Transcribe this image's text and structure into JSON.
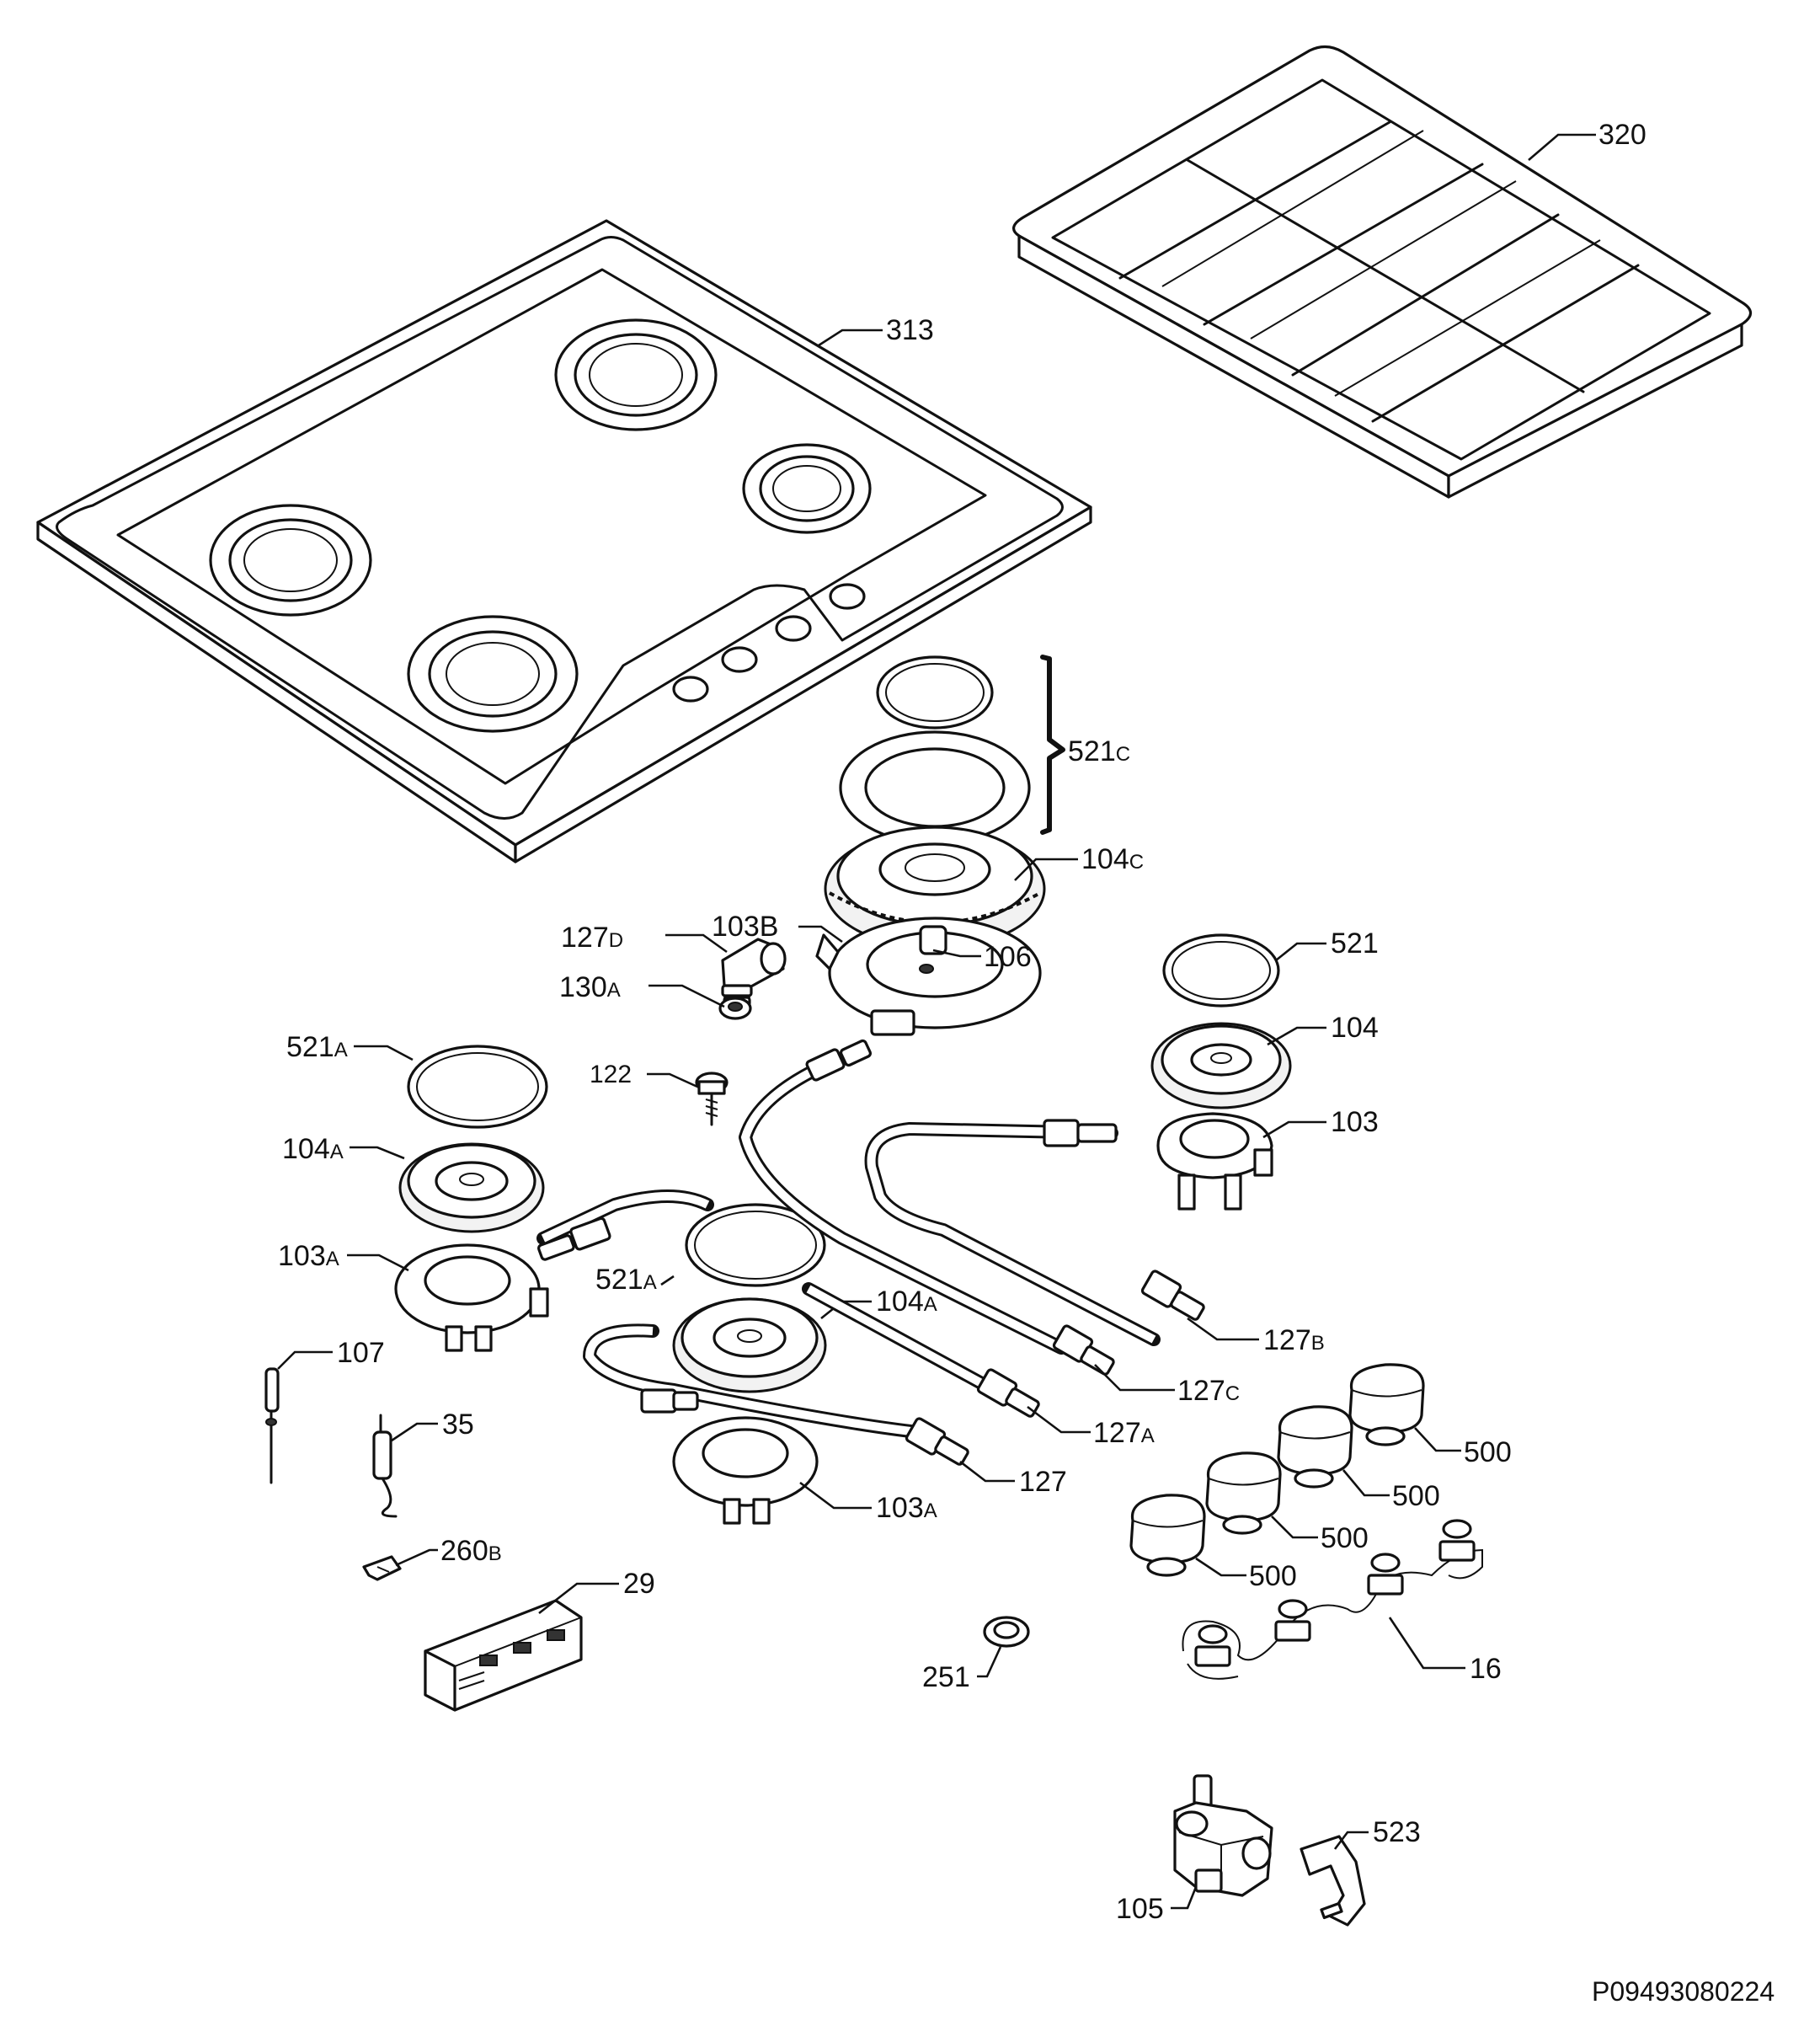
{
  "drawing_code": "P09493080224",
  "labels": [
    {
      "id": "313",
      "main": "313",
      "suffix": ""
    },
    {
      "id": "320",
      "main": "320",
      "suffix": ""
    },
    {
      "id": "521c",
      "main": "521",
      "suffix": "C"
    },
    {
      "id": "104c",
      "main": "104",
      "suffix": "C"
    },
    {
      "id": "127d",
      "main": "127",
      "suffix": "D"
    },
    {
      "id": "103b",
      "main": "103B",
      "suffix": ""
    },
    {
      "id": "106",
      "main": "106",
      "suffix": ""
    },
    {
      "id": "130a",
      "main": "130",
      "suffix": "A"
    },
    {
      "id": "521",
      "main": "521",
      "suffix": ""
    },
    {
      "id": "521a-1",
      "main": "521",
      "suffix": "A"
    },
    {
      "id": "122",
      "main": "122",
      "suffix": ""
    },
    {
      "id": "104",
      "main": "104",
      "suffix": ""
    },
    {
      "id": "104a-1",
      "main": "104",
      "suffix": "A"
    },
    {
      "id": "103",
      "main": "103",
      "suffix": ""
    },
    {
      "id": "103a-1",
      "main": "103",
      "suffix": "A"
    },
    {
      "id": "521a-2",
      "main": "521",
      "suffix": "A"
    },
    {
      "id": "104a-2",
      "main": "104",
      "suffix": "A"
    },
    {
      "id": "127b",
      "main": "127",
      "suffix": "B"
    },
    {
      "id": "107",
      "main": "107",
      "suffix": ""
    },
    {
      "id": "127c",
      "main": "127",
      "suffix": "C"
    },
    {
      "id": "127a",
      "main": "127",
      "suffix": "A"
    },
    {
      "id": "35",
      "main": "35",
      "suffix": ""
    },
    {
      "id": "500-1",
      "main": "500",
      "suffix": ""
    },
    {
      "id": "127",
      "main": "127",
      "suffix": ""
    },
    {
      "id": "500-2",
      "main": "500",
      "suffix": ""
    },
    {
      "id": "103a-2",
      "main": "103",
      "suffix": "A"
    },
    {
      "id": "500-3",
      "main": "500",
      "suffix": ""
    },
    {
      "id": "260b",
      "main": "260",
      "suffix": "B"
    },
    {
      "id": "500-4",
      "main": "500",
      "suffix": ""
    },
    {
      "id": "29",
      "main": "29",
      "suffix": ""
    },
    {
      "id": "16",
      "main": "16",
      "suffix": ""
    },
    {
      "id": "251",
      "main": "251",
      "suffix": ""
    },
    {
      "id": "523",
      "main": "523",
      "suffix": ""
    },
    {
      "id": "105",
      "main": "105",
      "suffix": ""
    }
  ]
}
